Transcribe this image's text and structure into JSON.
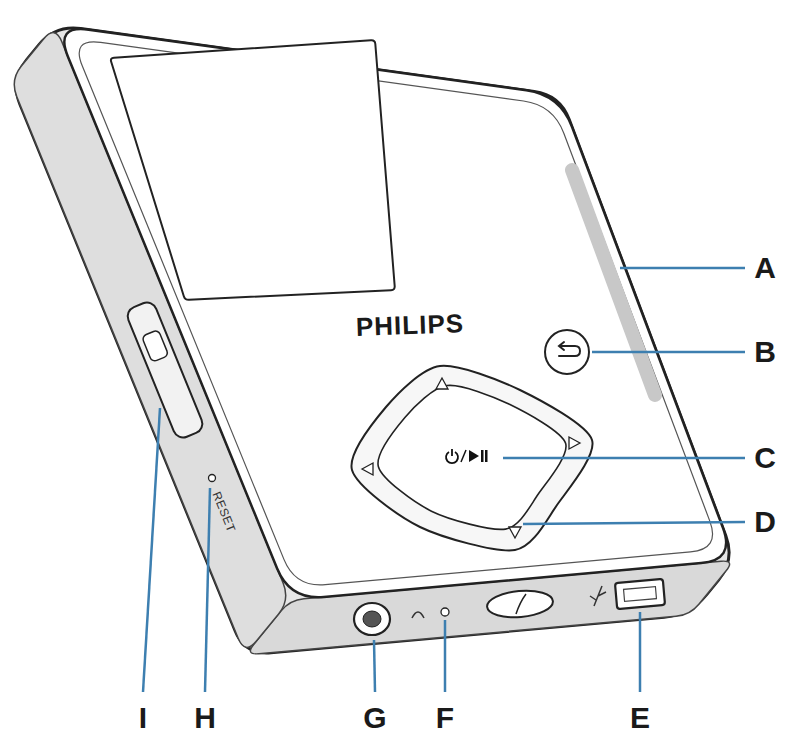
{
  "diagram": {
    "labels": [
      "PHILIPS",
      "A",
      "B",
      "C",
      "D",
      "RESET",
      "I",
      "H",
      "G",
      "F",
      "E"
    ]
  }
}
